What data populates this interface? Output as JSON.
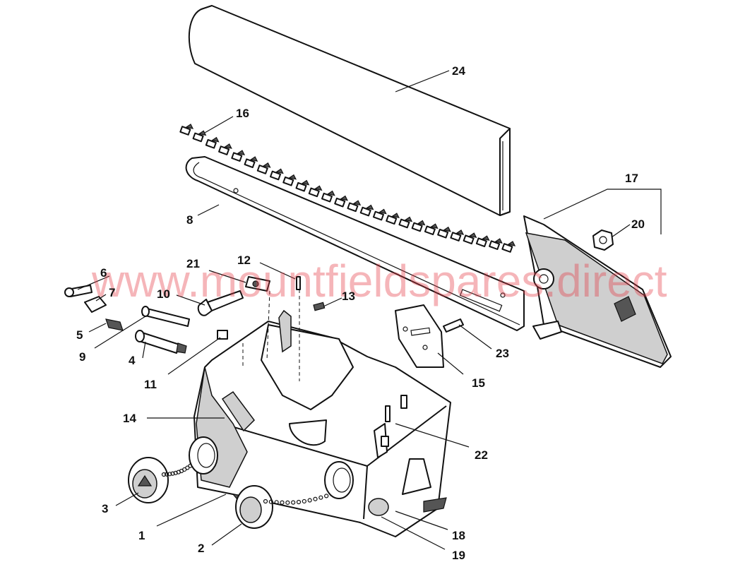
{
  "watermark": "www.mountfieldspares.direct",
  "colors": {
    "watermark": "#e63c46",
    "line": "#111111",
    "shade": "#cfcfcf"
  },
  "parts": {
    "p1": "1",
    "p2": "2",
    "p3": "3",
    "p4": "4",
    "p5": "5",
    "p6": "6",
    "p7": "7",
    "p8": "8",
    "p9": "9",
    "p10": "10",
    "p11": "11",
    "p12": "12",
    "p13": "13",
    "p14": "14",
    "p15": "15",
    "p16": "16",
    "p17": "17",
    "p18": "18",
    "p19": "19",
    "p20": "20",
    "p21": "21",
    "p22": "22",
    "p23": "23",
    "p24": "24"
  }
}
